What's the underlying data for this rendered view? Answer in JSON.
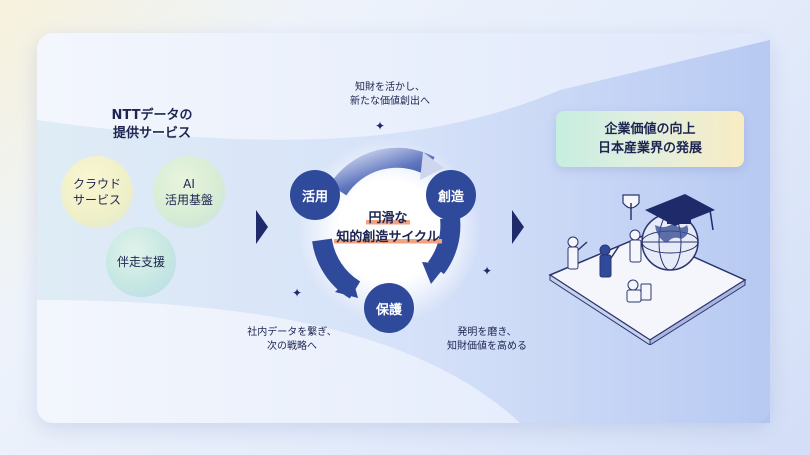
{
  "services": {
    "title": "NTTデータの\n提供サービス",
    "items": [
      {
        "label": "クラウド\nサービス"
      },
      {
        "label": "AI\n活用基盤"
      },
      {
        "label": "伴走支援"
      }
    ]
  },
  "cycle": {
    "center_line1": "円滑な",
    "center_line2": "知的創造サイクル",
    "nodes": {
      "katsuyo": "活用",
      "sozo": "創造",
      "hogo": "保護"
    },
    "notes": {
      "top": "知財を活かし、\n新たな価値創出へ",
      "bottom_left": "社内データを繋ぎ、\n次の戦略へ",
      "bottom_right": "発明を磨き、\n知財価値を高める"
    }
  },
  "value": {
    "line1": "企業価値の向上",
    "line2": "日本産業界の発展"
  },
  "colors": {
    "navy": "#1f2a6b",
    "node": "#2f4a9b",
    "highlight": "#f2a27f"
  },
  "icons": [
    "sparkle-icon",
    "arrow-right-icon",
    "globe-graduation-illustration"
  ]
}
